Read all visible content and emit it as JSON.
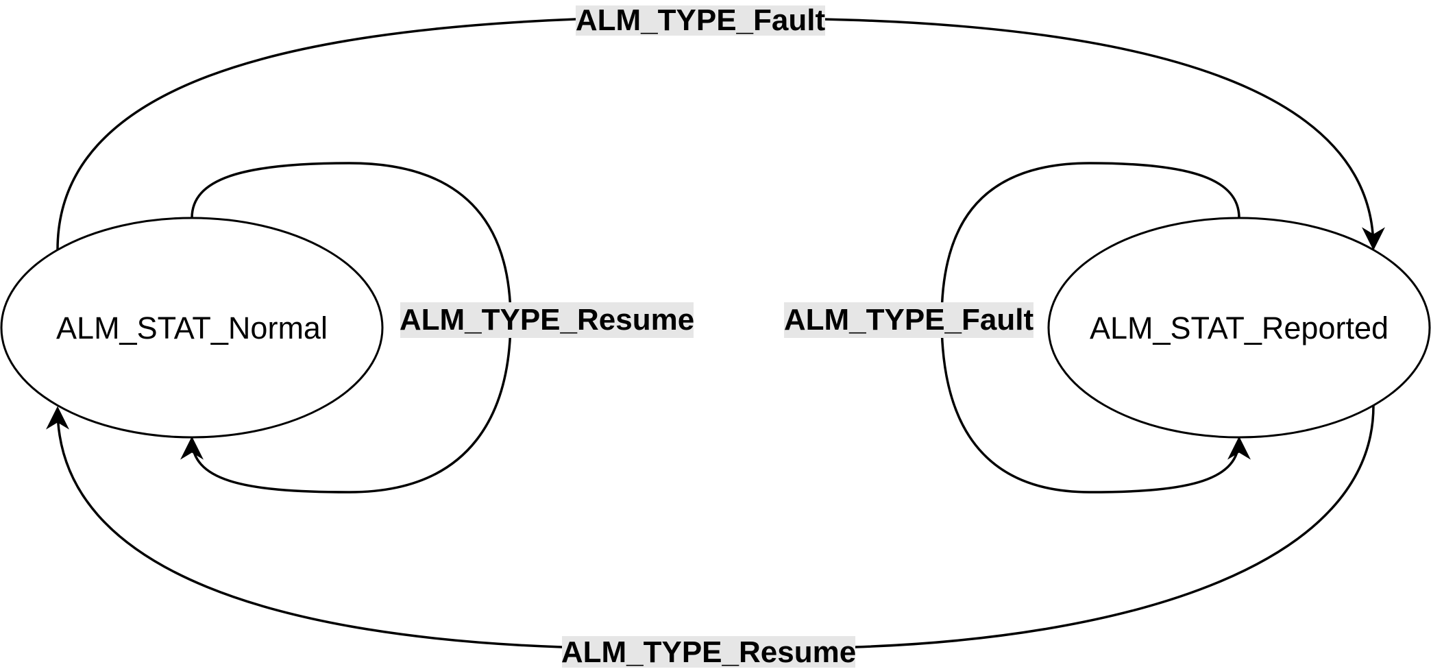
{
  "diagram": {
    "states": {
      "normal": "ALM_STAT_Normal",
      "reported": "ALM_STAT_Reported"
    },
    "transitions": {
      "normal_to_reported": "ALM_TYPE_Fault",
      "normal_self_loop": "ALM_TYPE_Resume",
      "reported_self_loop": "ALM_TYPE_Fault",
      "reported_to_normal": "ALM_TYPE_Resume"
    }
  }
}
